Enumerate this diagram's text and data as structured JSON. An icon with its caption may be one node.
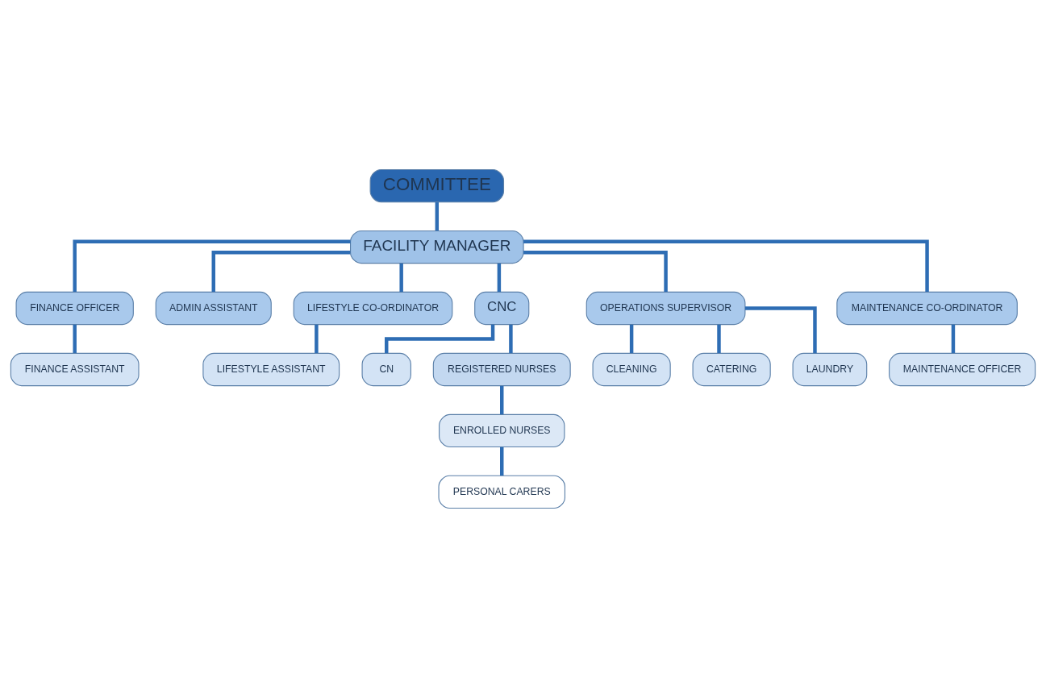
{
  "diagram": {
    "nodes": [
      {
        "text": [
          "COMMITTEE"
        ]
      },
      {
        "text": [
          "FACILITY MANAGER"
        ]
      },
      {
        "text": [
          "FINANCE OFFICER"
        ]
      },
      {
        "text": [
          "ADMIN ASSISTANT"
        ]
      },
      {
        "text": [
          "LIFESTYLE CO-ORDINATOR"
        ]
      },
      {
        "text": [
          "CNC"
        ]
      },
      {
        "text": [
          "OPERATIONS SUPERVISOR"
        ]
      },
      {
        "text": [
          "MAINTENANCE CO-ORDINATOR"
        ]
      },
      {
        "text": [
          "FINANCE ASSISTANT"
        ]
      },
      {
        "text": [
          "LIFESTYLE ASSISTANT"
        ]
      },
      {
        "text": [
          "CN"
        ]
      },
      {
        "text": [
          "REGISTERED NURSES"
        ]
      },
      {
        "text": [
          "CLEANING"
        ]
      },
      {
        "text": [
          "CATERING"
        ]
      },
      {
        "text": [
          "LAUNDRY"
        ]
      },
      {
        "text": [
          "MAINTENANCE OFFICER"
        ]
      },
      {
        "text": [
          "ENROLLED NURSES"
        ]
      },
      {
        "text": [
          "PERSONAL CARERS"
        ]
      }
    ],
    "edges": [
      {
        "from": 0,
        "to": 1,
        "arrow": "none"
      },
      {
        "from": 1,
        "to": 2,
        "arrow": "none"
      },
      {
        "from": 1,
        "to": 3,
        "arrow": "none"
      },
      {
        "from": 1,
        "to": 4,
        "arrow": "none"
      },
      {
        "from": 1,
        "to": 5,
        "arrow": "none"
      },
      {
        "from": 1,
        "to": 6,
        "arrow": "none"
      },
      {
        "from": 1,
        "to": 7,
        "arrow": "none"
      },
      {
        "from": 2,
        "to": 8,
        "arrow": "none"
      },
      {
        "from": 4,
        "to": 9,
        "arrow": "none"
      },
      {
        "from": 5,
        "to": 10,
        "arrow": "none"
      },
      {
        "from": 5,
        "to": 11,
        "arrow": "none"
      },
      {
        "from": 6,
        "to": 12,
        "arrow": "none"
      },
      {
        "from": 6,
        "to": 13,
        "arrow": "none"
      },
      {
        "from": 6,
        "to": 14,
        "arrow": "none"
      },
      {
        "from": 7,
        "to": 15,
        "arrow": "none"
      },
      {
        "from": 11,
        "to": 16,
        "arrow": "none"
      },
      {
        "from": 16,
        "to": 17,
        "arrow": "none"
      }
    ]
  }
}
